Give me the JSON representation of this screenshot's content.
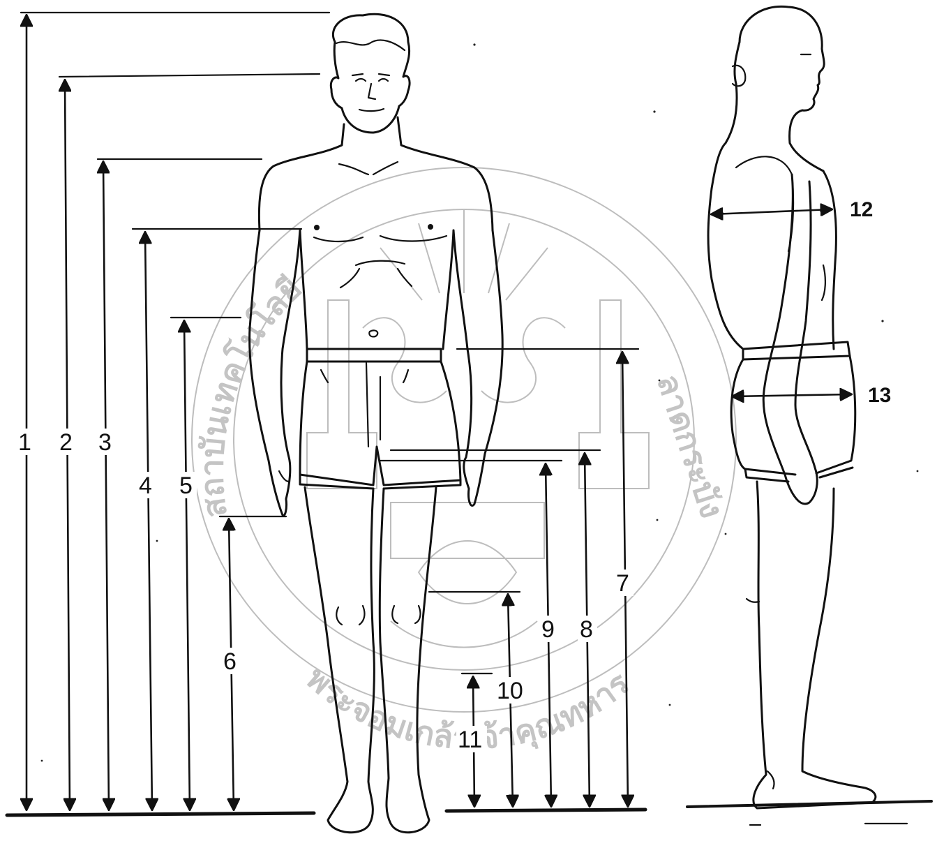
{
  "measure_labels": {
    "m1": "1",
    "m2": "2",
    "m3": "3",
    "m4": "4",
    "m5": "5",
    "m6": "6",
    "m7": "7",
    "m8": "8",
    "m9": "9",
    "m10": "10",
    "m11": "11",
    "m12": "12",
    "m13": "13"
  },
  "watermark": {
    "seal_text_left": "สถาบันเทคโนโลยี",
    "seal_text_bottom": "พระจอมเกล้าเจ้าคุณทหาร",
    "seal_text_right": "ลาดกระบัง"
  },
  "colors": {
    "ink": "#111111",
    "watermark": "#bdbdbd",
    "background": "#ffffff"
  }
}
